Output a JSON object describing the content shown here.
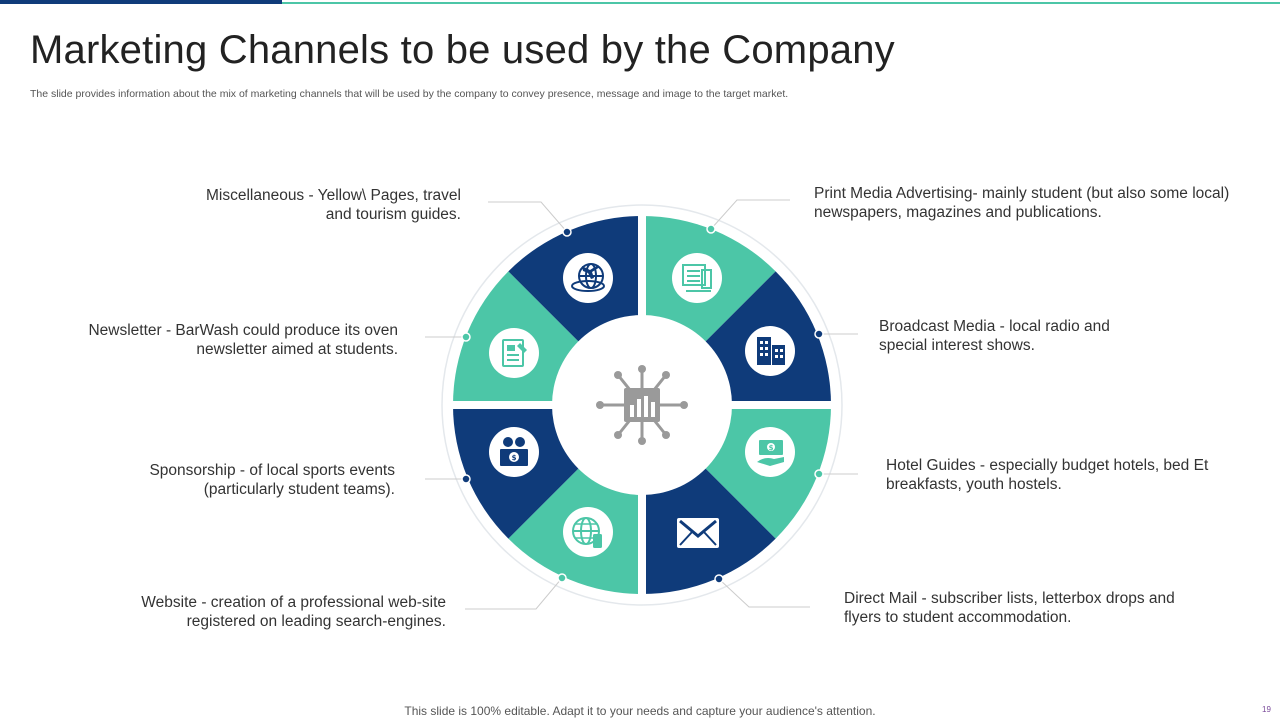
{
  "title": "Marketing Channels to be used by the Company",
  "subtitle": "The slide provides information about the mix of marketing channels that will be used by the company to convey presence, message and image to the target market.",
  "footer": "This slide is 100% editable. Adapt it to your needs and capture your audience's attention.",
  "page_number": "19",
  "colors": {
    "navy": "#0f3b7a",
    "teal": "#4cc6a7",
    "ring": "#e4e8ec",
    "hub_icon": "#9a9a9a"
  },
  "center_icon": "network-chart-icon",
  "channels": [
    {
      "text": "Print Media Advertising- mainly student (but also some local) newspapers, magazines and publications.",
      "icon": "newspaper-icon"
    },
    {
      "text": "Broadcast Media - local radio and special interest shows.",
      "icon": "building-icon"
    },
    {
      "text": "Hotel Guides - especially budget hotels, bed Et breakfasts, youth hostels.",
      "icon": "money-hand-icon"
    },
    {
      "text": "Direct Mail - subscriber lists, letterbox drops and flyers to student accommodation.",
      "icon": "envelope-icon"
    },
    {
      "text": "Website - creation of a professional web-site registered on leading search-engines.",
      "icon": "globe-phone-icon"
    },
    {
      "text": "Sponsorship - of local sports events (particularly student teams).",
      "icon": "banknote-icon"
    },
    {
      "text": "Newsletter - BarWash could produce its oven newsletter aimed at students.",
      "icon": "newsletter-icon"
    },
    {
      "text": "Miscellaneous - Yellow\\ Pages, travel and tourism guides.",
      "icon": "globe-plane-icon"
    }
  ]
}
